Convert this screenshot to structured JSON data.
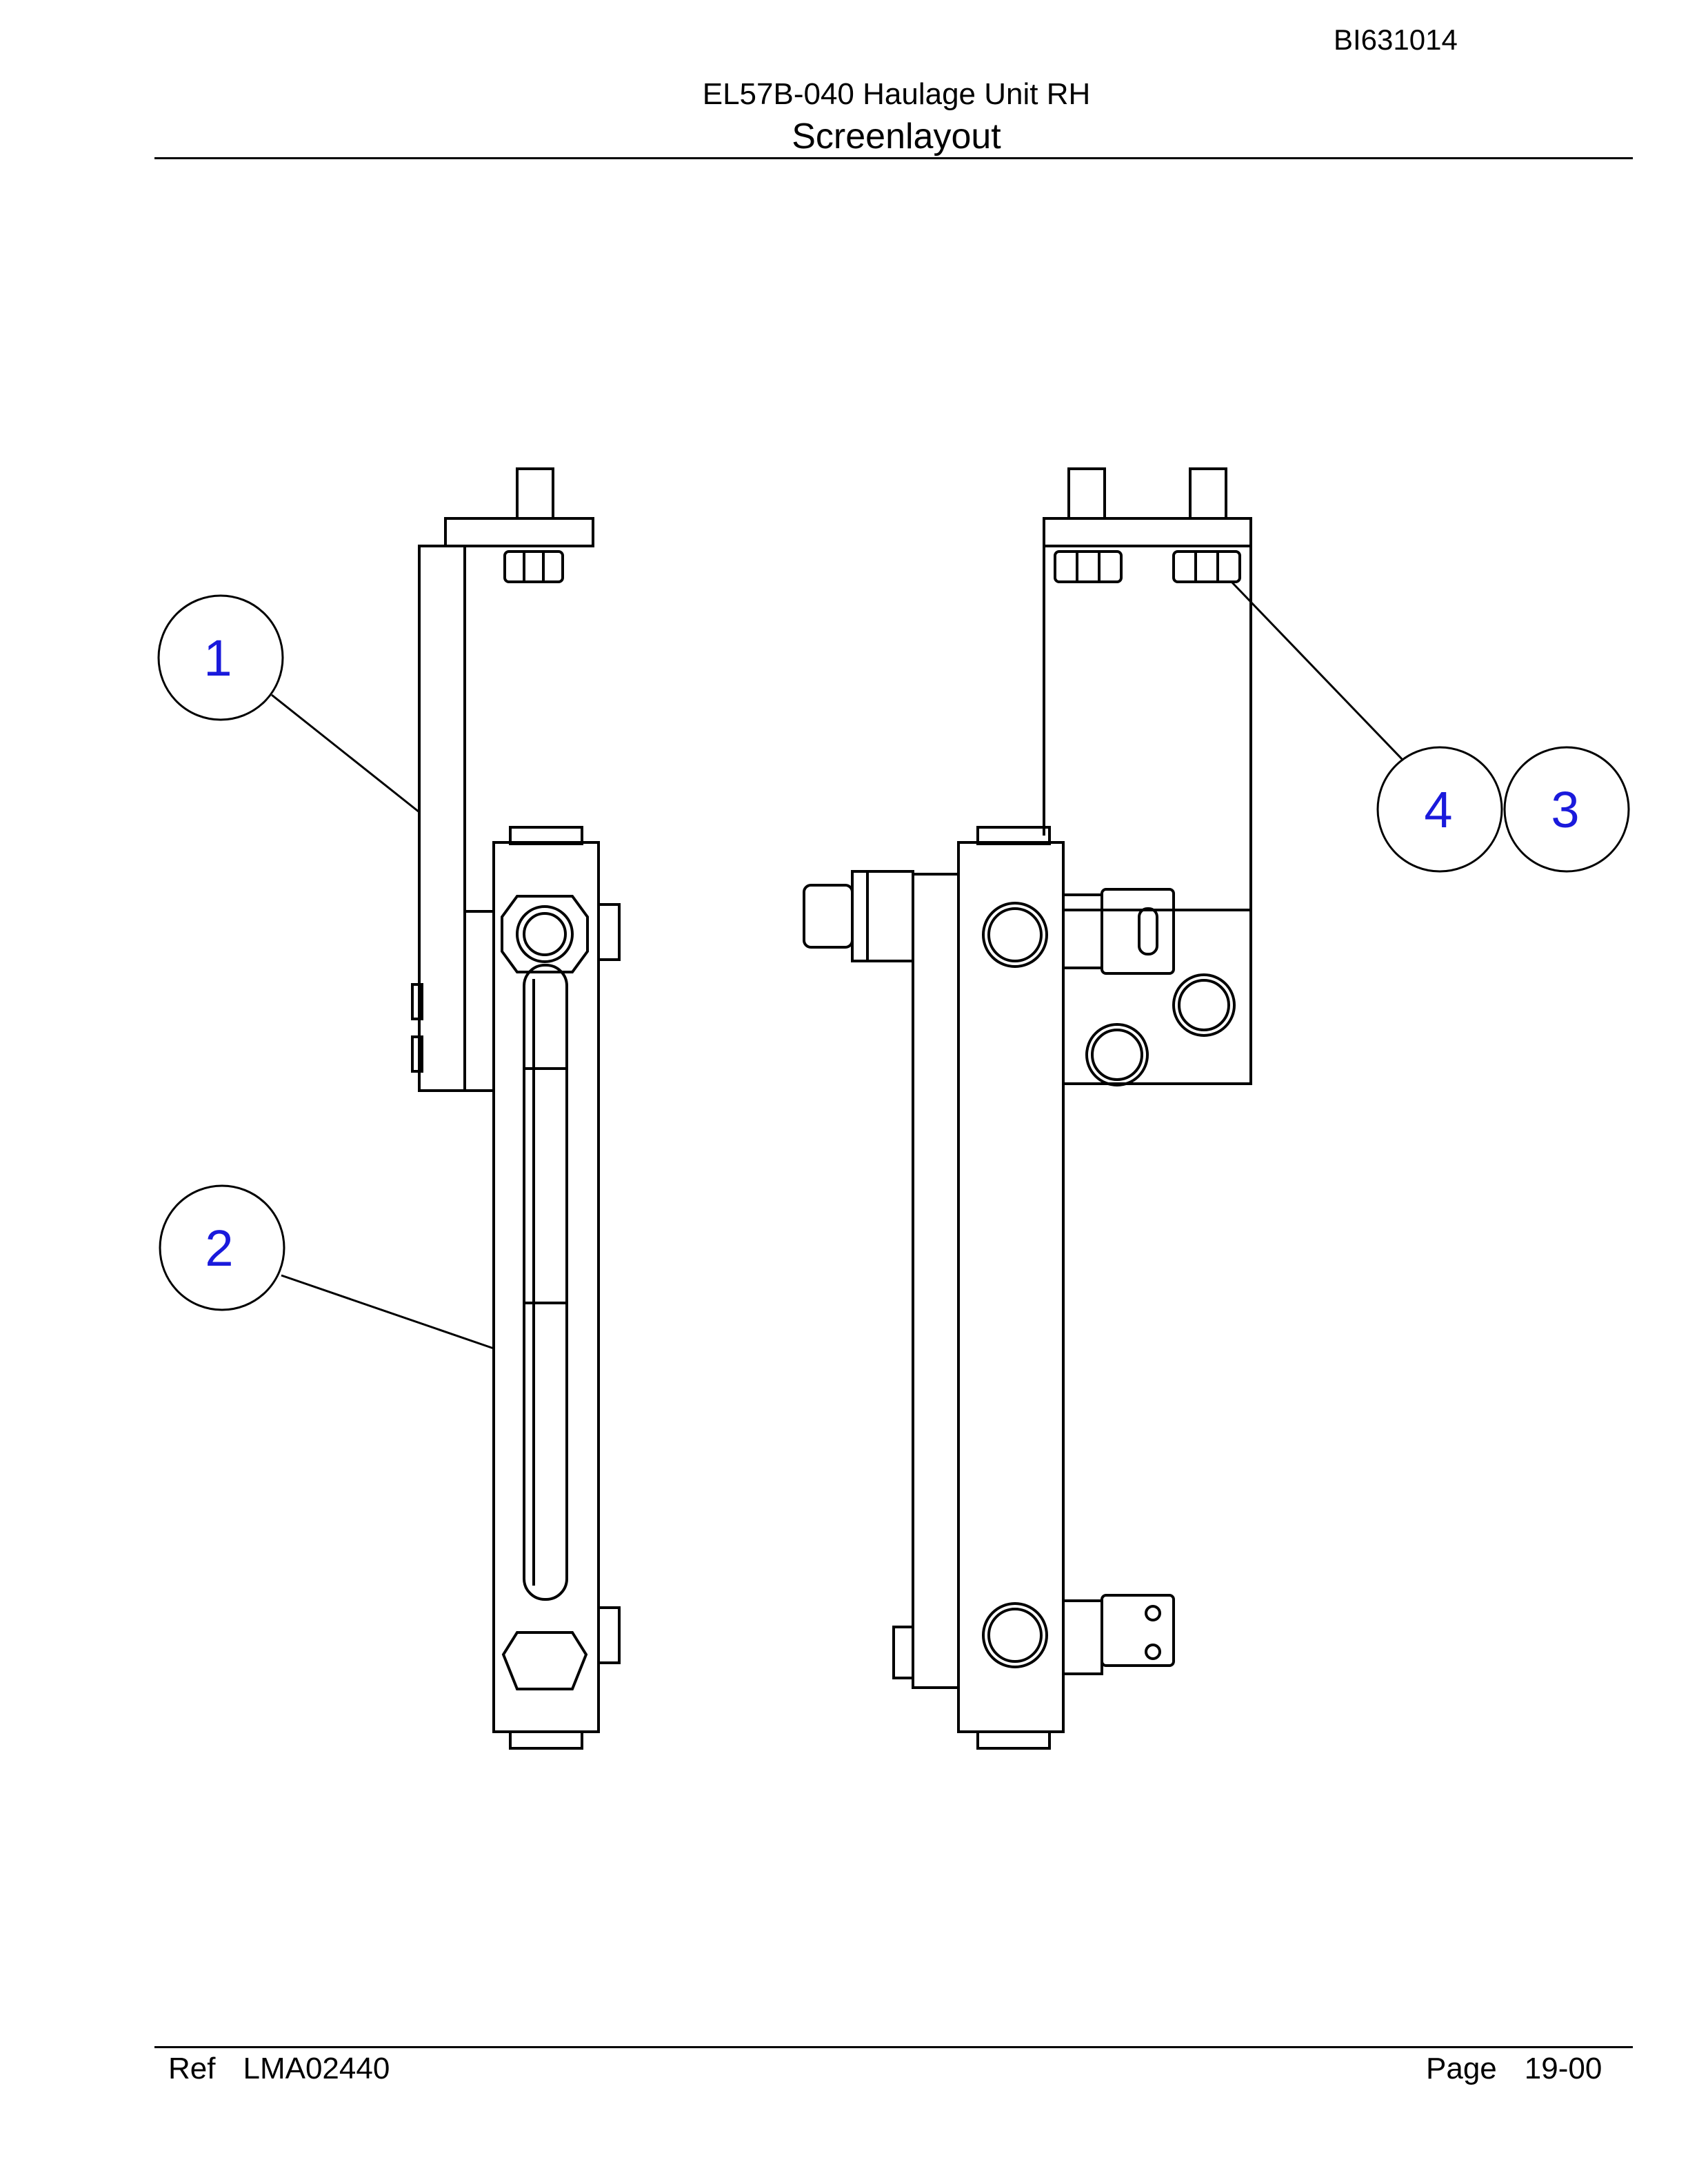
{
  "header": {
    "doc_id": "BI631014",
    "title": "EL57B-040 Haulage Unit RH",
    "subtitle": "Screenlayout"
  },
  "callouts": [
    "1",
    "2",
    "4",
    "3"
  ],
  "footer": {
    "ref_label": "Ref",
    "ref_value": "LMA02440",
    "page_label": "Page",
    "page_value": "19-00"
  },
  "colors": {
    "line": "#000000",
    "callout_text": "#1a1adc"
  }
}
